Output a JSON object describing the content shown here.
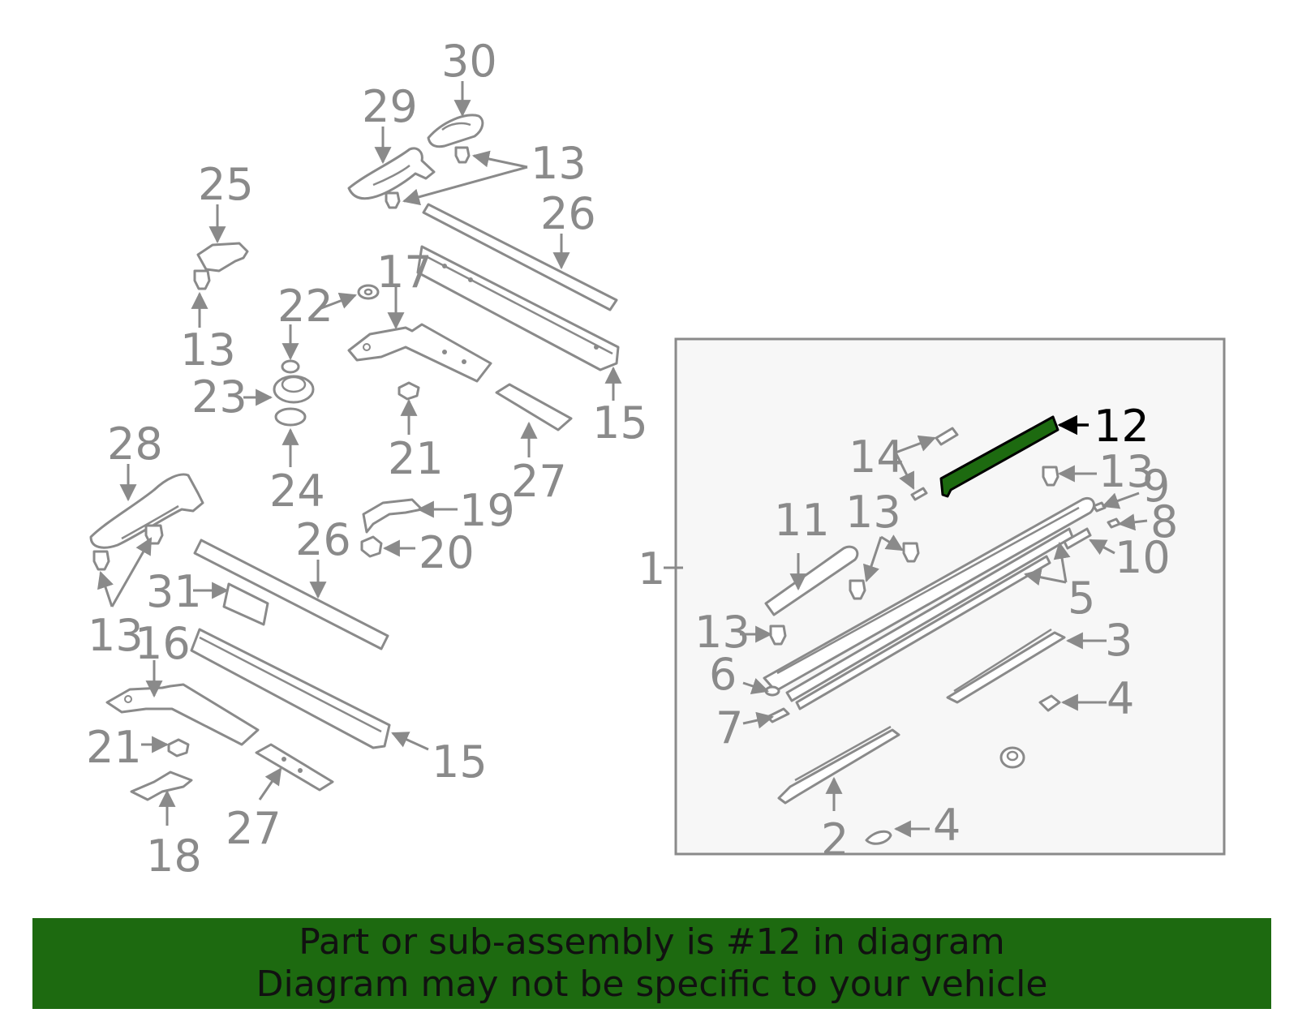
{
  "callouts": {
    "c1": "1",
    "c2": "2",
    "c3": "3",
    "c4a": "4",
    "c4b": "4",
    "c5": "5",
    "c6": "6",
    "c7": "7",
    "c8": "8",
    "c9": "9",
    "c10": "10",
    "c11": "11",
    "c12": "12",
    "c13a": "13",
    "c13b": "13",
    "c13c": "13",
    "c13d": "13",
    "c13e": "13",
    "c13f": "13",
    "c14": "14",
    "c15a": "15",
    "c15b": "15",
    "c16": "16",
    "c17": "17",
    "c18": "18",
    "c19": "19",
    "c20": "20",
    "c21a": "21",
    "c21b": "21",
    "c22": "22",
    "c23": "23",
    "c24": "24",
    "c25": "25",
    "c26a": "26",
    "c26b": "26",
    "c27a": "27",
    "c27b": "27",
    "c28": "28",
    "c29": "29",
    "c30": "30",
    "c31": "31"
  },
  "highlight": {
    "part_number": "12",
    "color": "#1d6a10"
  },
  "banner": {
    "line1": "Part or sub-assembly is #12 in diagram",
    "line2": "Diagram may not be specific to your vehicle",
    "background": "#1d6a10"
  }
}
